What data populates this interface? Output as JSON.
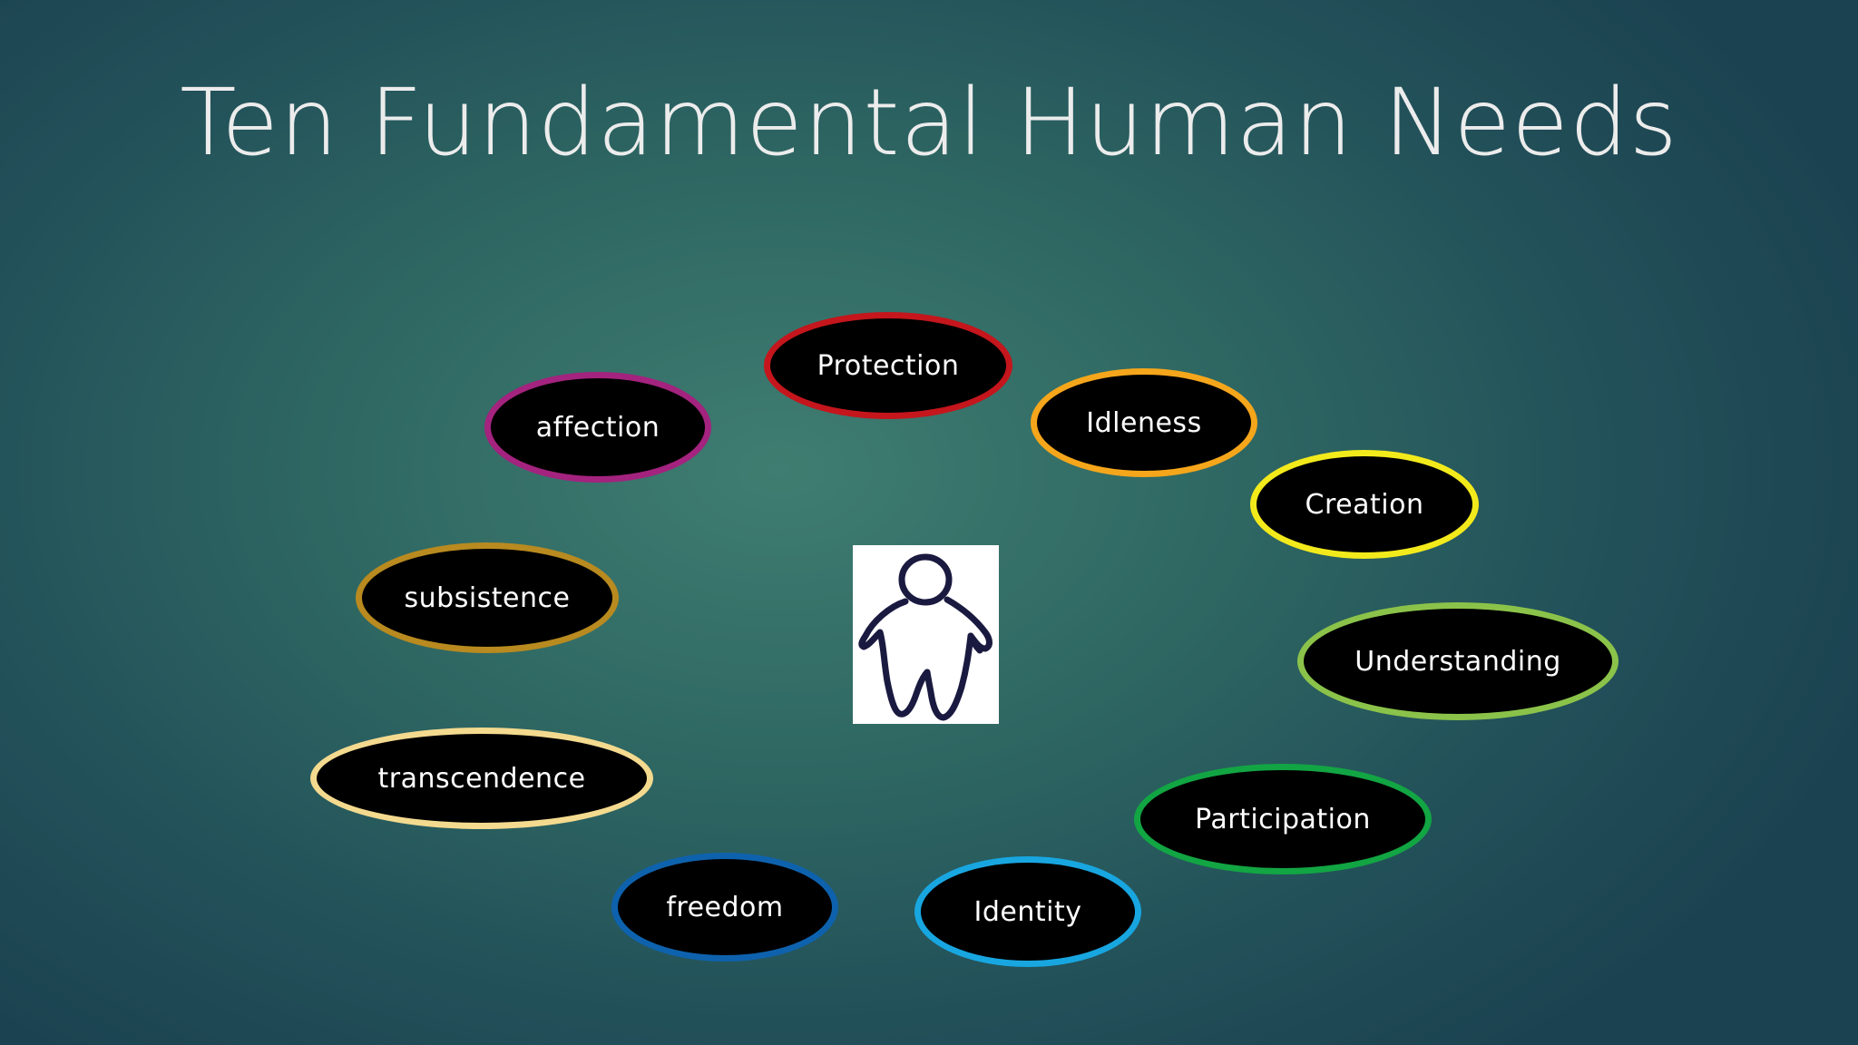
{
  "slide": {
    "title": "Ten Fundamental Human Needs"
  },
  "needs": [
    {
      "id": "protection",
      "label": "Protection",
      "border_color": "#c4161c"
    },
    {
      "id": "idleness",
      "label": "Idleness",
      "border_color": "#f5a61b"
    },
    {
      "id": "creation",
      "label": "Creation",
      "border_color": "#f3ea1c"
    },
    {
      "id": "understanding",
      "label": "Understanding",
      "border_color": "#8bc34a"
    },
    {
      "id": "participation",
      "label": "Participation",
      "border_color": "#12a543"
    },
    {
      "id": "identity",
      "label": "Identity",
      "border_color": "#18a6e0"
    },
    {
      "id": "freedom",
      "label": "freedom",
      "border_color": "#0e62ad"
    },
    {
      "id": "transcendence",
      "label": "transcendence",
      "border_color": "#f3da8f"
    },
    {
      "id": "subsistence",
      "label": "subsistence",
      "border_color": "#b88a1f"
    },
    {
      "id": "affection",
      "label": "affection",
      "border_color": "#a3237e"
    }
  ],
  "center_figure": {
    "icon": "person-icon",
    "stroke_color": "#1a1a40"
  }
}
